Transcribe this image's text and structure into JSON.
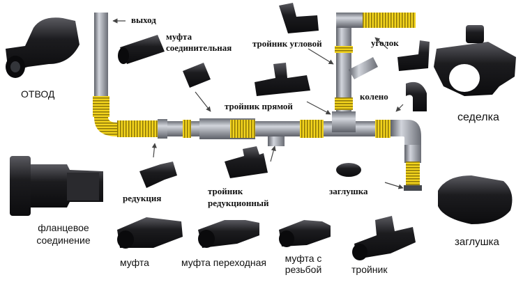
{
  "labels": {
    "vyhod": "выход",
    "mufta_soed_1": "муфта",
    "mufta_soed_2": "соединительная",
    "troynik_uglovoy": "тройник угловой",
    "ugolok": "уголок",
    "troynik_pryamoy": "тройник прямой",
    "koleno": "колено",
    "otvod": "ОТВОД",
    "sedelka": "седелка",
    "redukciya": "редукция",
    "troynik_red_1": "тройник",
    "troynik_red_2": "редукционный",
    "zaglushka_small": "заглушка",
    "flanc_1": "фланцевое",
    "flanc_2": "соединение",
    "zaglushka_big": "заглушка",
    "mufta": "муфта",
    "mufta_perehod": "муфта переходная",
    "mufta_rezba_1": "муфта с",
    "mufta_rezba_2": "резьбой",
    "troynik": "тройник"
  },
  "colors": {
    "pipe": "#8a8d96",
    "pipe_light": "#c9ccd3",
    "coupling": "#f1d21c",
    "fitting": "#1f1f22",
    "arrow": "#444444"
  }
}
